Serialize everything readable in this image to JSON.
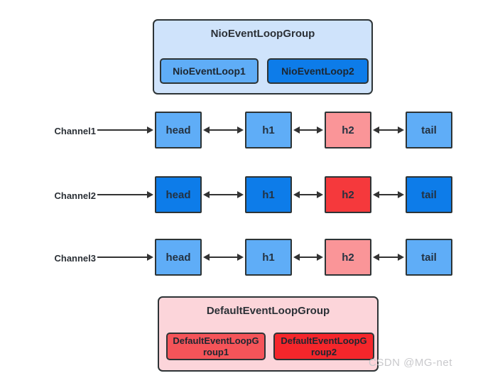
{
  "colors": {
    "background": "#ffffff",
    "border_dark": "#2d3436",
    "arrow_dark": "#333333",
    "text_dark": "#2b3036",
    "light_blue_group_bg": "#cfe3fb",
    "medium_blue": "#5fadf7",
    "bright_blue": "#0d7ce9",
    "light_pink_group_bg": "#fcd5da",
    "salmon": "#fa9598",
    "salmon_red": "#f55459",
    "bright_red": "#f5262b",
    "watermark_gray": "#c9c9cc"
  },
  "top_group": {
    "title": "NioEventLoopGroup",
    "items": [
      {
        "label": "NioEventLoop1",
        "color": "#5fadf7"
      },
      {
        "label": "NioEventLoop2",
        "color": "#0d7ce9"
      }
    ]
  },
  "channels": [
    {
      "label": "Channel1",
      "nodes": [
        {
          "label": "head",
          "color": "#5fadf7"
        },
        {
          "label": "h1",
          "color": "#5fadf7"
        },
        {
          "label": "h2",
          "color": "#fa9598"
        },
        {
          "label": "tail",
          "color": "#5fadf7"
        }
      ]
    },
    {
      "label": "Channel2",
      "nodes": [
        {
          "label": "head",
          "color": "#0d7ce9"
        },
        {
          "label": "h1",
          "color": "#0d7ce9"
        },
        {
          "label": "h2",
          "color": "#f5393c"
        },
        {
          "label": "tail",
          "color": "#0d7ce9"
        }
      ]
    },
    {
      "label": "Channel3",
      "nodes": [
        {
          "label": "head",
          "color": "#5fadf7"
        },
        {
          "label": "h1",
          "color": "#5fadf7"
        },
        {
          "label": "h2",
          "color": "#fa9598"
        },
        {
          "label": "tail",
          "color": "#5fadf7"
        }
      ]
    }
  ],
  "bottom_group": {
    "title": "DefaultEventLoopGroup",
    "items": [
      {
        "label": "DefaultEventLoopGroup1",
        "color": "#f55459"
      },
      {
        "label": "DefaultEventLoopGroup2",
        "color": "#f5262b"
      }
    ]
  },
  "watermark": "CSDN @MG-net"
}
